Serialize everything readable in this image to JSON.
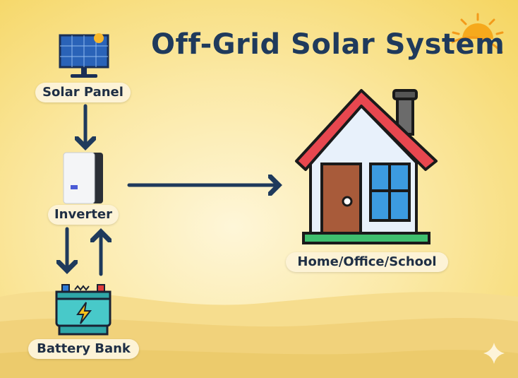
{
  "title": "Off-Grid Solar System",
  "nodes": {
    "solar_panel": "Solar Panel",
    "inverter": "Inverter",
    "battery_bank": "Battery Bank",
    "home": "Home/Office/School"
  },
  "colors": {
    "title": "#1f3a5c",
    "arrow": "#1f3a5c",
    "roof": "#e8474f",
    "door": "#a85b3a",
    "window": "#3c9be0"
  }
}
